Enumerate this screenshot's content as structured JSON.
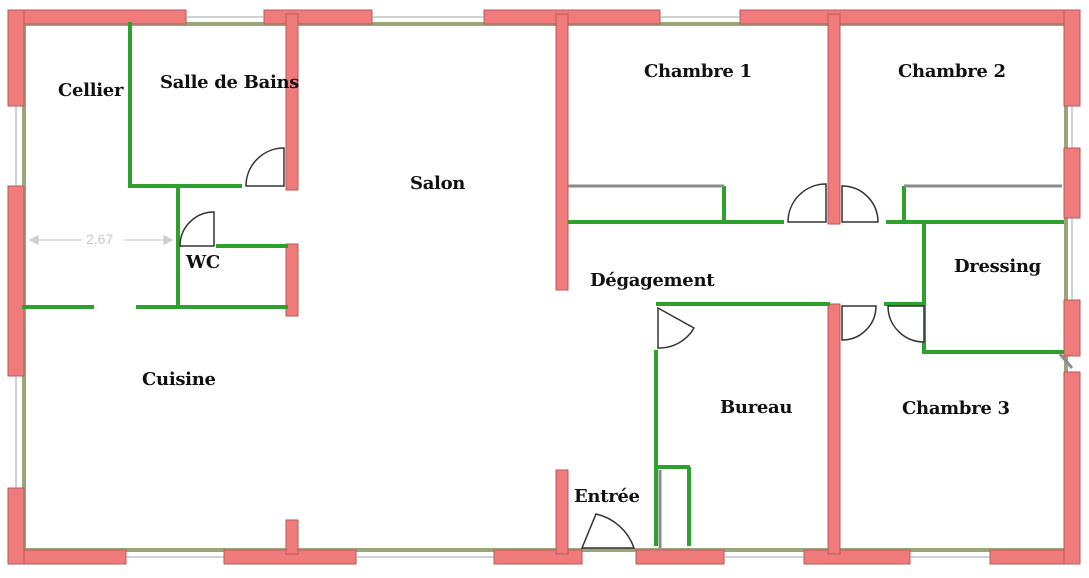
{
  "plan": {
    "rooms": {
      "cellier": "Cellier",
      "salle_de_bains": "Salle de Bains",
      "chambre_1": "Chambre 1",
      "chambre_2": "Chambre 2",
      "salon": "Salon",
      "wc": "WC",
      "degagement": "Dégagement",
      "dressing": "Dressing",
      "cuisine": "Cuisine",
      "bureau": "Bureau",
      "chambre_3": "Chambre 3",
      "entree": "Entrée"
    },
    "dimension": "2,67",
    "colors": {
      "exterior_wall": "#ef7b7b",
      "wall_lining": "#9aa57a",
      "partition": "#2ea02e",
      "door": "#333333",
      "gray_partition": "#8a8a90",
      "dimension_line": "#cfcfcf"
    }
  }
}
